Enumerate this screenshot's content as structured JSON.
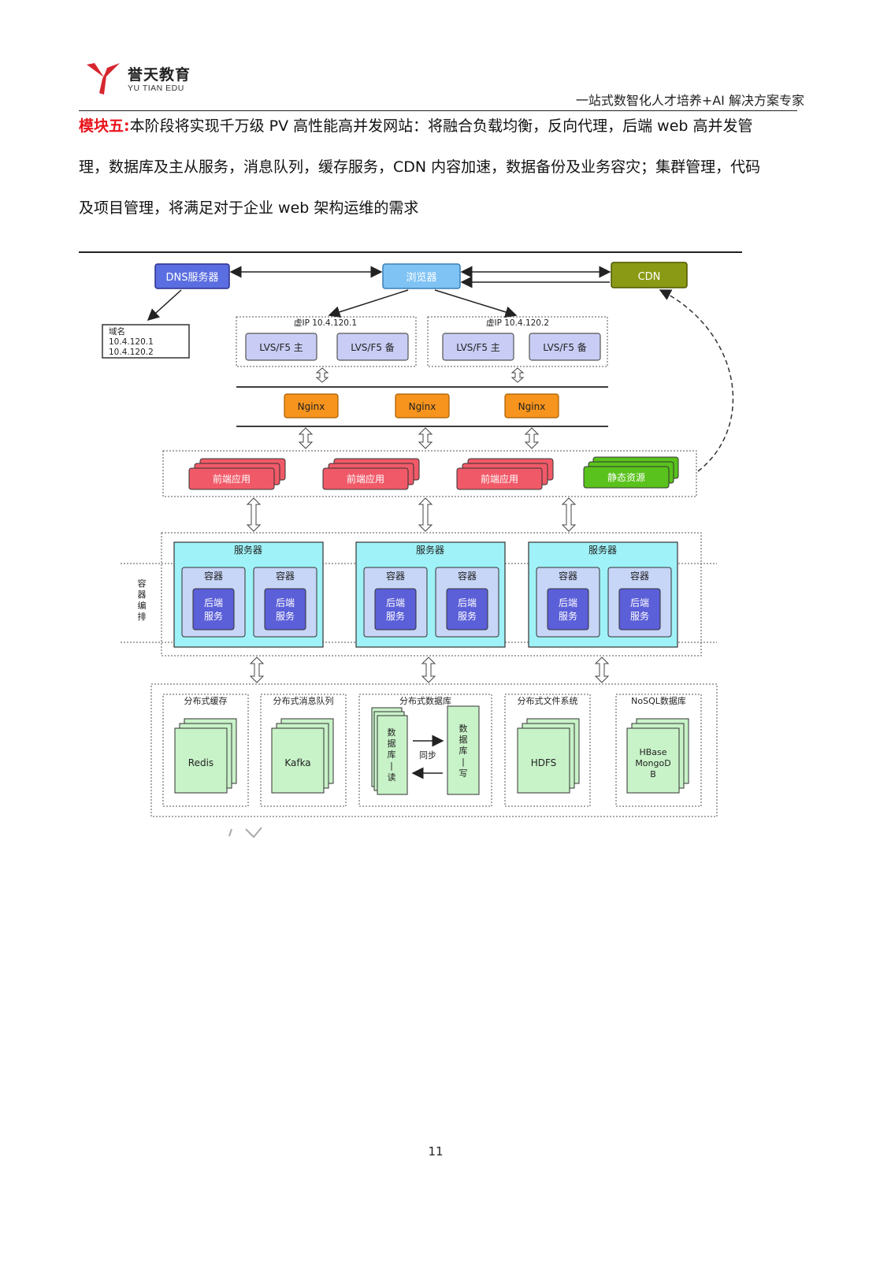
{
  "header": {
    "logo_cn": "誉天教育",
    "logo_en": "YU TIAN EDU",
    "slogan": "一站式数智化人才培养+AI 解决方案专家"
  },
  "intro": {
    "module_label": "模块五:",
    "line1": "本阶段将实现千万级 PV 高性能高并发网站：将融合负载均衡，反向代理，后端 web 高并发管",
    "line2": "理，数据库及主从服务，消息队列，缓存服务，CDN 内容加速，数据备份及业务容灾；集群管理，代码",
    "line3": "及项目管理，将满足对于企业 web 架构运维的需求"
  },
  "diagram": {
    "dns": "DNS服务器",
    "browser": "浏览器",
    "cdn": "CDN",
    "domain_box": {
      "line1": "域名",
      "line2": "10.4.120.1",
      "line3": "10.4.120.2"
    },
    "vip1": "虚IP 10.4.120.1",
    "vip2": "虚IP 10.4.120.2",
    "lvs_main": "LVS/F5 主",
    "lvs_backup": "LVS/F5 备",
    "nginx": "Nginx",
    "frontend_app": "前端应用",
    "static_res": "静态资源",
    "server": "服务器",
    "container": "容器",
    "backend_line1": "后端",
    "backend_line2": "服务",
    "orchestration": [
      "容",
      "器",
      "编",
      "排"
    ],
    "storage": {
      "cache_title": "分布式缓存",
      "cache_item": "Redis",
      "mq_title": "分布式消息队列",
      "mq_item": "Kafka",
      "db_title": "分布式数据库",
      "db_read": [
        "数",
        "据",
        "库",
        "|",
        "读"
      ],
      "db_write": [
        "数",
        "据",
        "库",
        "|",
        "写"
      ],
      "db_sync": "同步",
      "fs_title": "分布式文件系统",
      "fs_item": "HDFS",
      "nosql_title": "NoSQL数据库",
      "nosql_item": [
        "HBase",
        "MongoD",
        "B"
      ]
    }
  },
  "footer": {
    "page_number": "11"
  },
  "colors": {
    "logo_red": "#d7262e",
    "module_red": "#e8141c",
    "dns_fill": "#5b6ee1",
    "browser_fill": "#7fc3f5",
    "cdn_fill": "#8a9a14",
    "lvs_fill": "#c9cdf5",
    "nginx_fill": "#f7941d",
    "frontend_fill": "#f05a68",
    "static_fill": "#59c21c",
    "server_fill": "#9ff2f7",
    "container_fill": "#c7d5f7",
    "backend_fill": "#5b5fd8",
    "storage_fill": "#c8f2c8"
  }
}
